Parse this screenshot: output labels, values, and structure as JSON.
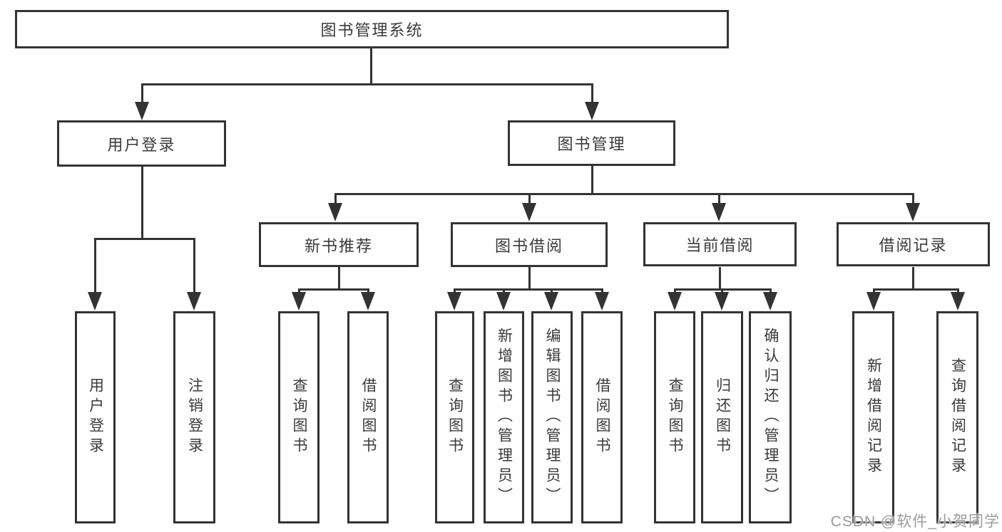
{
  "diagram": {
    "root": "图书管理系统",
    "level2": [
      "用户登录",
      "图书管理"
    ],
    "level3": [
      "新书推荐",
      "图书借阅",
      "当前借阅",
      "借阅记录"
    ],
    "leaves": {
      "user_login": [
        "用户登录",
        "注销登录"
      ],
      "new_books": [
        "查询图书",
        "借阅图书"
      ],
      "book_borrow": [
        "查询图书",
        "新增图书（管理员）",
        "编辑图书（管理员）",
        "借阅图书"
      ],
      "current_borrow": [
        "查询图书",
        "归还图书",
        "确认归还（管理员）"
      ],
      "borrow_records": [
        "新增借阅记录",
        "查询借阅记录"
      ]
    }
  },
  "watermark": {
    "text": "CSDN @软件_小贺同学"
  },
  "colors": {
    "line": "#333333",
    "box_border": "#333333",
    "text": "#3a3a3a",
    "background": "#ffffff",
    "watermark": "#9b9b9b"
  }
}
